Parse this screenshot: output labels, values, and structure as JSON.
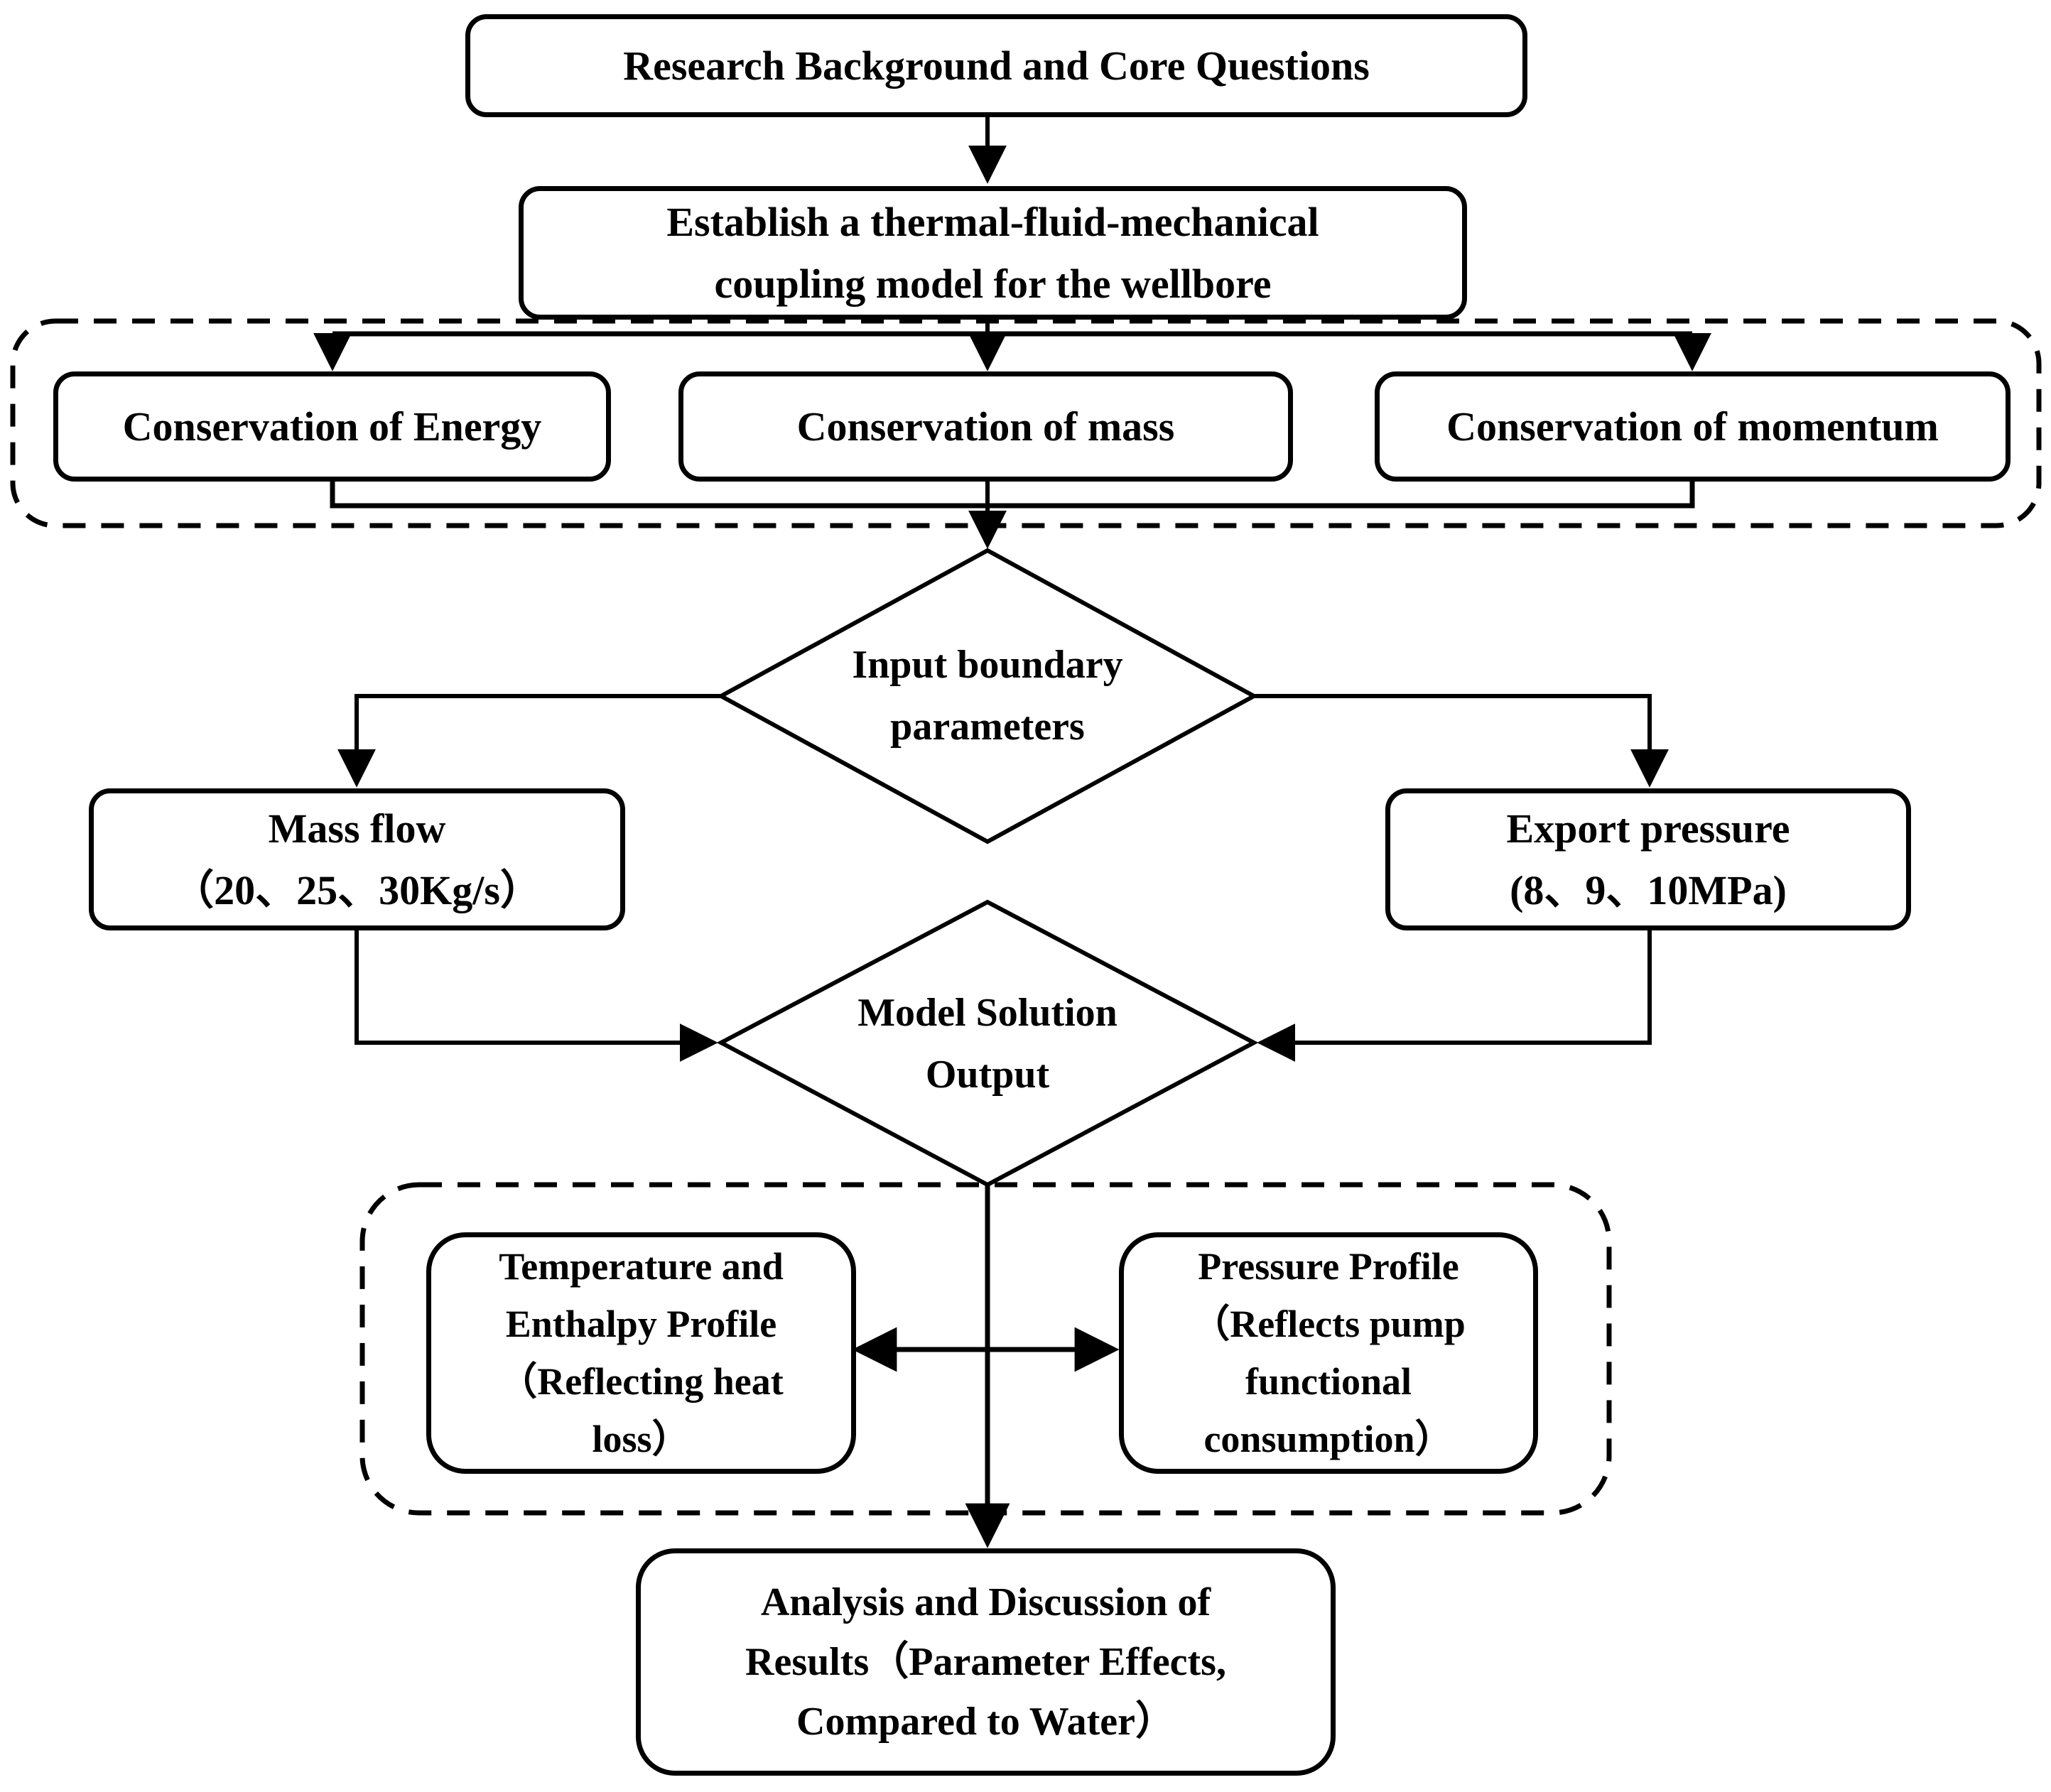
{
  "flowchart": {
    "title": "Wellbore thermal-fluid-mechanical coupling model research flowchart",
    "colors": {
      "stroke": "#000000",
      "background": "#ffffff",
      "text": "#000000"
    },
    "nodes": {
      "research": {
        "label": "Research Background and Core Questions"
      },
      "establish": {
        "label": "Establish a thermal-fluid-mechanical\ncoupling model for the wellbore"
      },
      "energy": {
        "label": "Conservation of Energy"
      },
      "mass": {
        "label": "Conservation of mass"
      },
      "momentum": {
        "label": "Conservation of momentum"
      },
      "input_boundary": {
        "label": "Input boundary\nparameters"
      },
      "mass_flow": {
        "label": "Mass flow\n（20、25、30Kg/s）"
      },
      "export_pressure": {
        "label": "Export pressure\n(8、9、10MPa)"
      },
      "model_solution": {
        "label": "Model Solution\nOutput"
      },
      "temp_enthalpy": {
        "label": "Temperature and\nEnthalpy Profile\n（Reflecting heat\nloss）"
      },
      "pressure_profile": {
        "label": "Pressure Profile\n（Reflects pump\nfunctional\nconsumption）"
      },
      "analysis": {
        "label": "Analysis and Discussion of\nResults（Parameter Effects,\nCompared to Water）"
      }
    }
  }
}
